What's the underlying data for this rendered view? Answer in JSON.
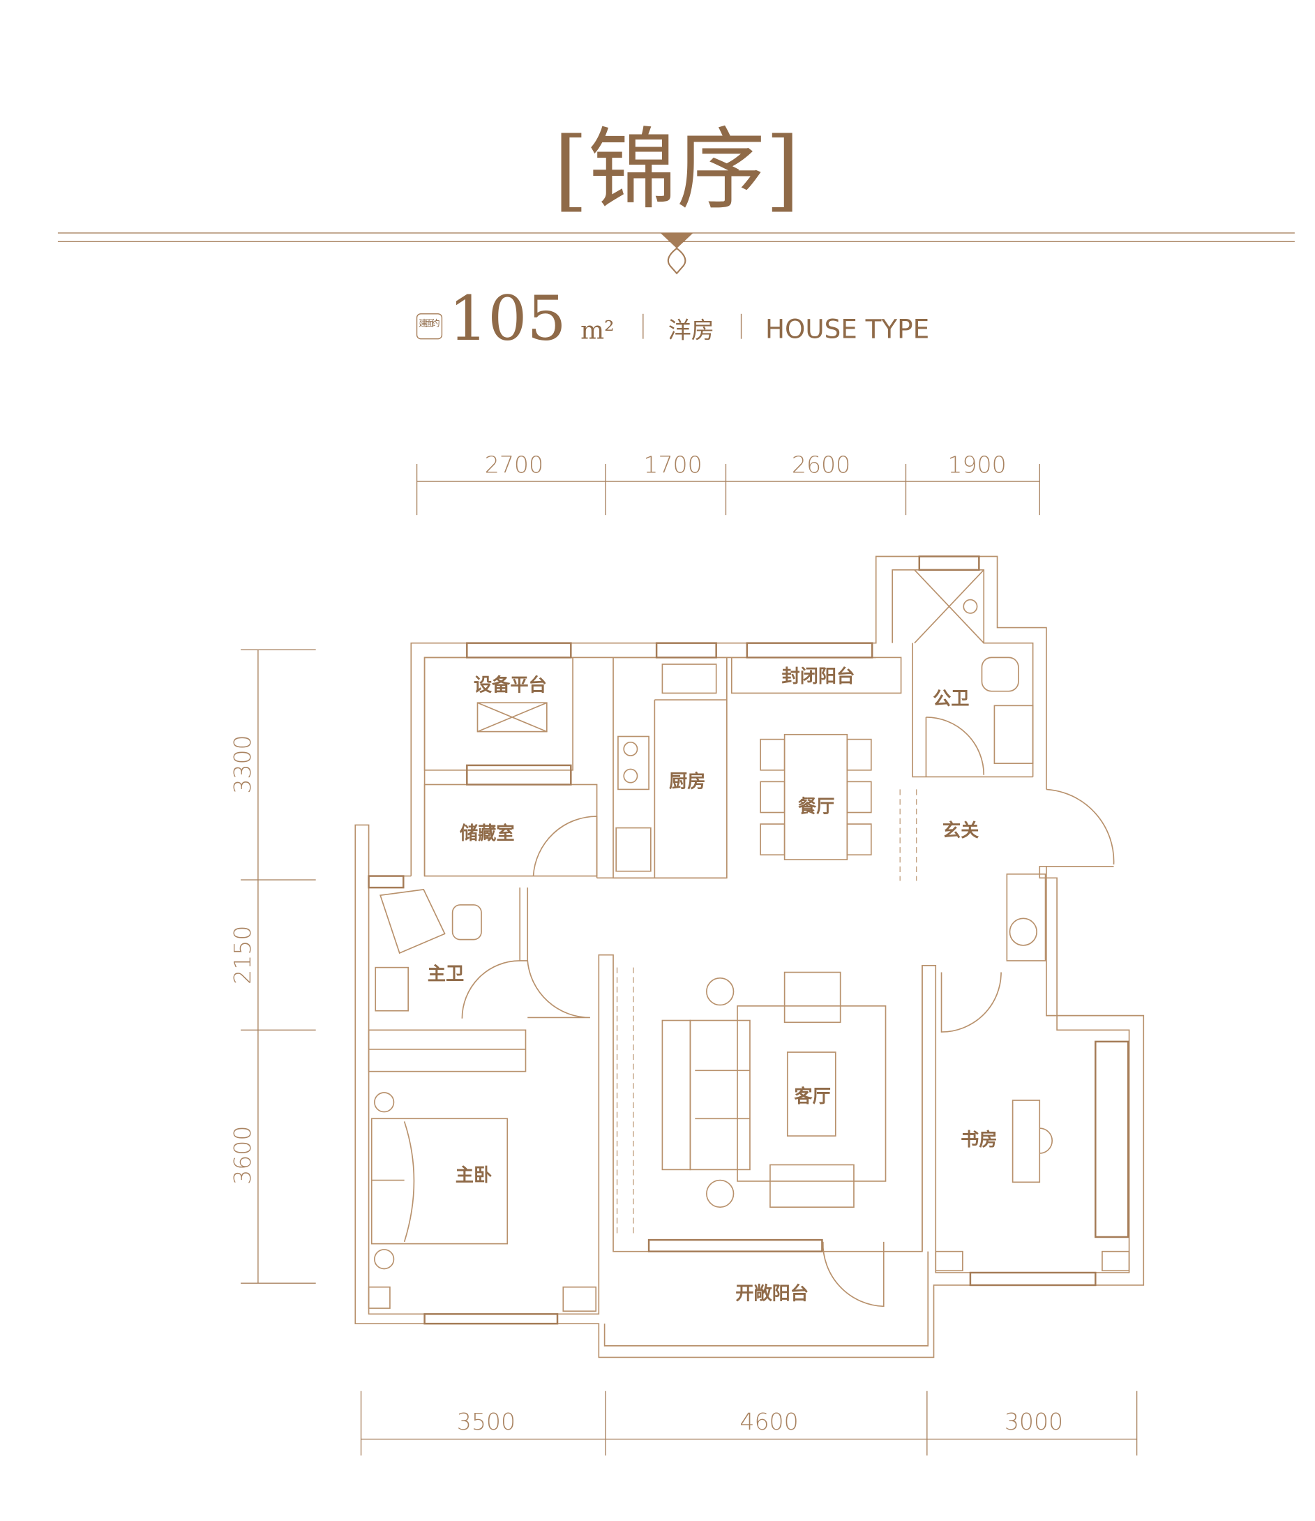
{
  "header": {
    "title": "[锦序]",
    "area_badge": "建面约",
    "area_value": "105",
    "area_unit": "m²",
    "type_cn": "洋房",
    "type_en": "HOUSE TYPE"
  },
  "rooms": {
    "equipment_platform": "设备平台",
    "storage": "储藏室",
    "kitchen": "厨房",
    "enclosed_balcony": "封闭阳台",
    "dining": "餐厅",
    "public_bath": "公卫",
    "entrance": "玄关",
    "master_bath": "主卫",
    "master_bedroom": "主卧",
    "living": "客厅",
    "study": "书房",
    "open_balcony": "开敞阳台"
  },
  "dimensions": {
    "top": [
      "2700",
      "1700",
      "2600",
      "1900"
    ],
    "left": [
      "3300",
      "2150",
      "3600"
    ],
    "bottom": [
      "3500",
      "4600",
      "3000"
    ]
  },
  "colors": {
    "text": "#8f6a48",
    "line": "#b8916c"
  }
}
